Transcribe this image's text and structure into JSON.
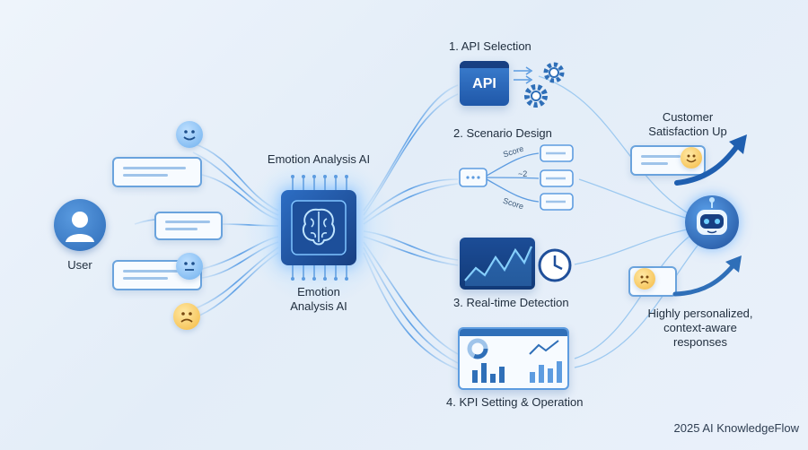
{
  "user": {
    "label": "User"
  },
  "ai_top_label": "Emotion Analysis AI",
  "ai_bottom_label": "Emotion\nAnalysis AI",
  "steps": {
    "api_selection": {
      "title": "1. API Selection",
      "panel_text": "API"
    },
    "scenario_design": {
      "title": "2. Scenario Design",
      "branch_labels": [
        "Score",
        "~2",
        "Score"
      ]
    },
    "realtime_detection": {
      "title": "3. Real-time Detection"
    },
    "kpi_setting": {
      "title": "4. KPI Setting & Operation"
    }
  },
  "outcomes": {
    "satisfaction": "Customer\nSatisfaction Up",
    "responses": "Highly personalized,\ncontext-aware\nresponses"
  },
  "footer": "2025 AI KnowledgeFlow",
  "colors": {
    "accent": "#2f6fb8",
    "stream": "#7fb7ec",
    "chip": "#1f4f9a",
    "emoji_positive": "#6fb0ee",
    "emoji_negative": "#f4b942"
  }
}
